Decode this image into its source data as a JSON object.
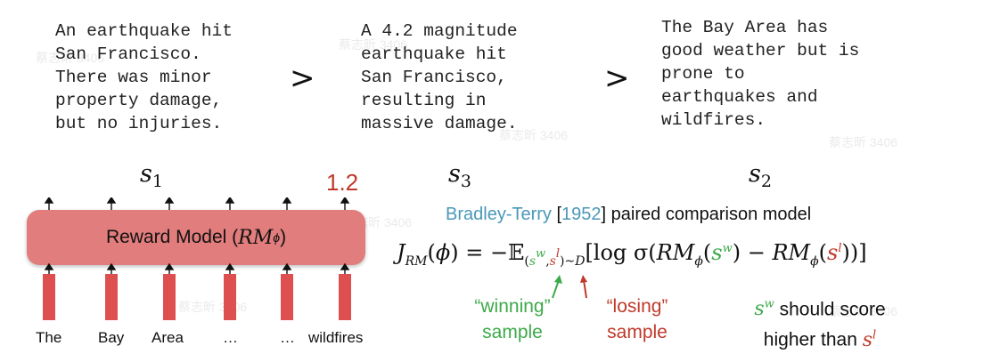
{
  "examples": [
    {
      "id": "s1",
      "text": "An earthquake hit\nSan Francisco.\nThere was minor\nproperty damage,\nbut no injuries."
    },
    {
      "id": "s3",
      "text": "A 4.2 magnitude\nearthquake hit\nSan Francisco,\nresulting in\nmassive damage."
    },
    {
      "id": "s2",
      "text": "The Bay Area has\ngood weather but is\nprone to\nearthquakes and\nwildfires."
    }
  ],
  "comparators": [
    ">",
    ">"
  ],
  "sample_labels": [
    {
      "letter": "s",
      "sub": "1"
    },
    {
      "letter": "s",
      "sub": "3"
    },
    {
      "letter": "s",
      "sub": "2"
    }
  ],
  "score": "1.2",
  "reward_model": {
    "prefix": "Reward Model (",
    "rm": "RM",
    "phi": "ϕ",
    "suffix": ")"
  },
  "tokens": [
    "The",
    "Bay",
    "Area",
    "…",
    "…",
    "wildfires"
  ],
  "bt": {
    "name": "Bradley-Terry",
    "open": "[",
    "year": "1952",
    "close": "]",
    "rest": " paired comparison model"
  },
  "notes": {
    "winning_line1": "“winning”",
    "winning_line2": "sample",
    "losing_line1": "“losing”",
    "losing_line2": "sample",
    "should_score": " should score",
    "higher_than": "higher than "
  },
  "watermark": "蔡志昕 3406",
  "colors": {
    "winning": "#3daa4a",
    "losing": "#c0392b",
    "box": "#e27d7d",
    "token": "#de4f4f",
    "bt": "#4a98b8"
  }
}
